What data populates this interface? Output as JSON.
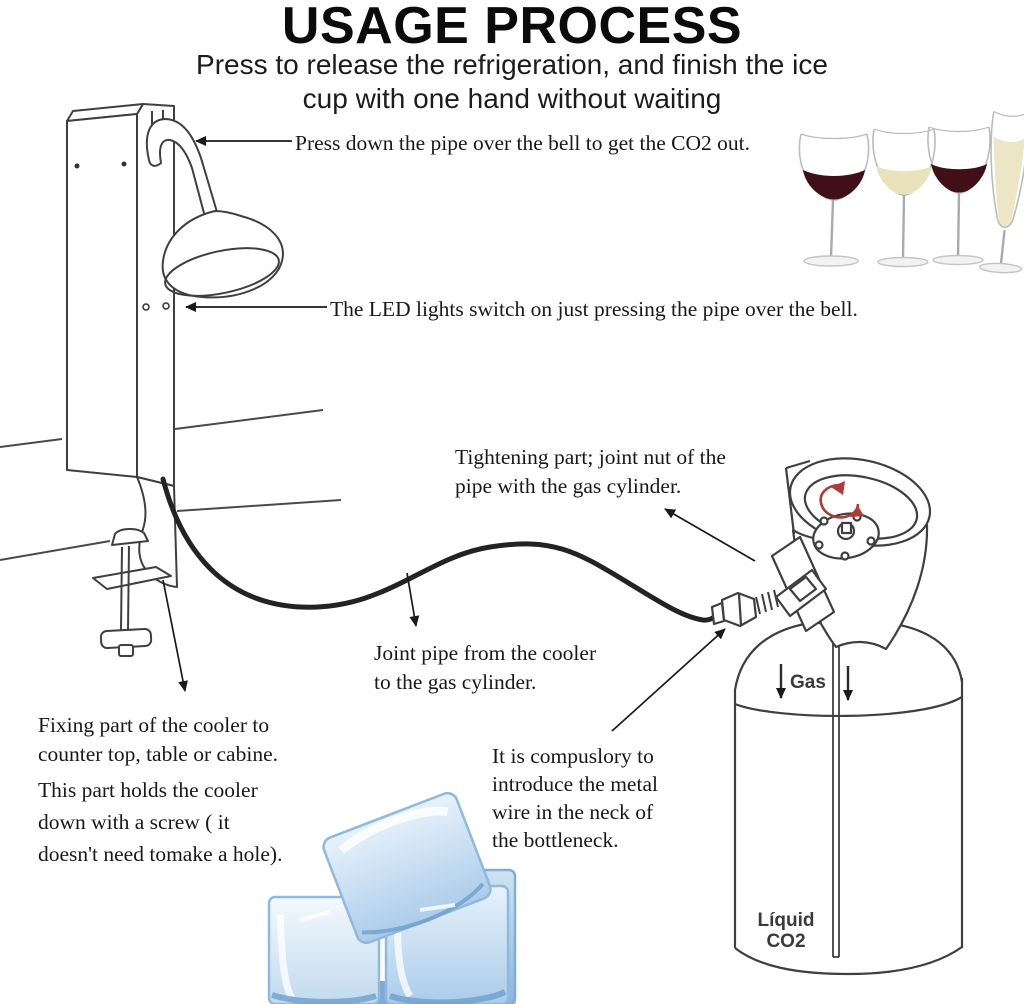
{
  "header": {
    "title": "USAGE PROCESS",
    "subtitle": "Press to release the refrigeration, and finish the ice\ncup with one hand without waiting"
  },
  "annotations": {
    "press_down": "Press down the pipe over the bell to get the CO2 out.",
    "led": "The LED lights switch on just pressing the pipe over the bell.",
    "tightening": "Tightening part; joint nut of the\npipe with the gas cylinder.",
    "joint_pipe": "Joint pipe from the cooler\nto the gas cylinder.",
    "fixing": "Fixing part of the cooler to\ncounter top, table or cabine.",
    "holds": "This part holds the cooler\ndown with a screw ( it\ndoesn't need tomake a hole).",
    "compulsory": "It is compuslory to\nintroduce the metal\nwire in the neck of\nthe bottleneck."
  },
  "cylinder": {
    "gas_label": "Gas",
    "liquid_label": "Líquid\nCO2"
  },
  "colors": {
    "accent_red": "#b03a36",
    "red_wine": "#400f18",
    "white_wine": "#e9e2ba",
    "champagne": "#ece5c6",
    "line": "#3f3f3f"
  }
}
